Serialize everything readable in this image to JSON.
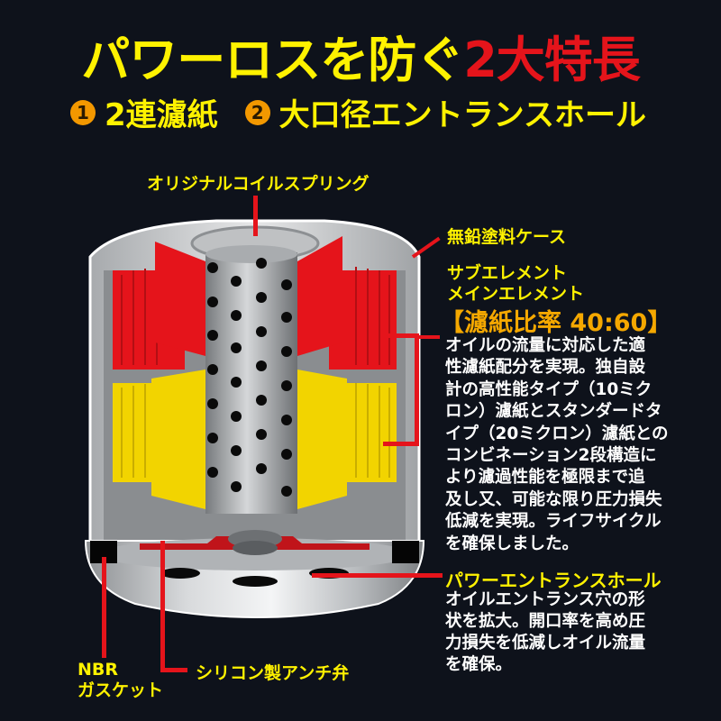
{
  "header": {
    "title_part1": "パワーロスを防ぐ",
    "title_part2": "2大特長",
    "features": [
      {
        "number": "1",
        "label": "2連濾紙"
      },
      {
        "number": "2",
        "label": "大口径エントランスホール"
      }
    ]
  },
  "callouts": {
    "coil_spring": "オリジナルコイルスプリング",
    "case": "無鉛塗料ケース",
    "sub_element": "サブエレメント",
    "main_element": "メインエレメント",
    "ratio": "【濾紙比率 40:60】",
    "element_description": [
      "オイルの流量に対応した適",
      "性濾紙配分を実現。独自設",
      "計の高性能タイプ（10ミク",
      "ロン）濾紙とスタンダードタ",
      "イプ（20ミクロン）濾紙との",
      "コンビネーション2段構造に",
      "より濾過性能を極限まで追",
      "及し又、可能な限り圧力損失",
      "低減を実現。ライフサイクル",
      "を確保しました。"
    ],
    "entrance_hole": "パワーエントランスホール",
    "entrance_description": [
      "オイルエントランス穴の形",
      "状を拡大。開口率を高め圧",
      "力損失を低減しオイル流量",
      "を確保。"
    ],
    "gasket_line1": "NBR",
    "gasket_line2": "ガスケット",
    "anti_valve": "シリコン製アンチ弁"
  },
  "colors": {
    "background": "#0e121b",
    "yellow": "#fff200",
    "red": "#e5141b",
    "orange": "#f39800"
  }
}
